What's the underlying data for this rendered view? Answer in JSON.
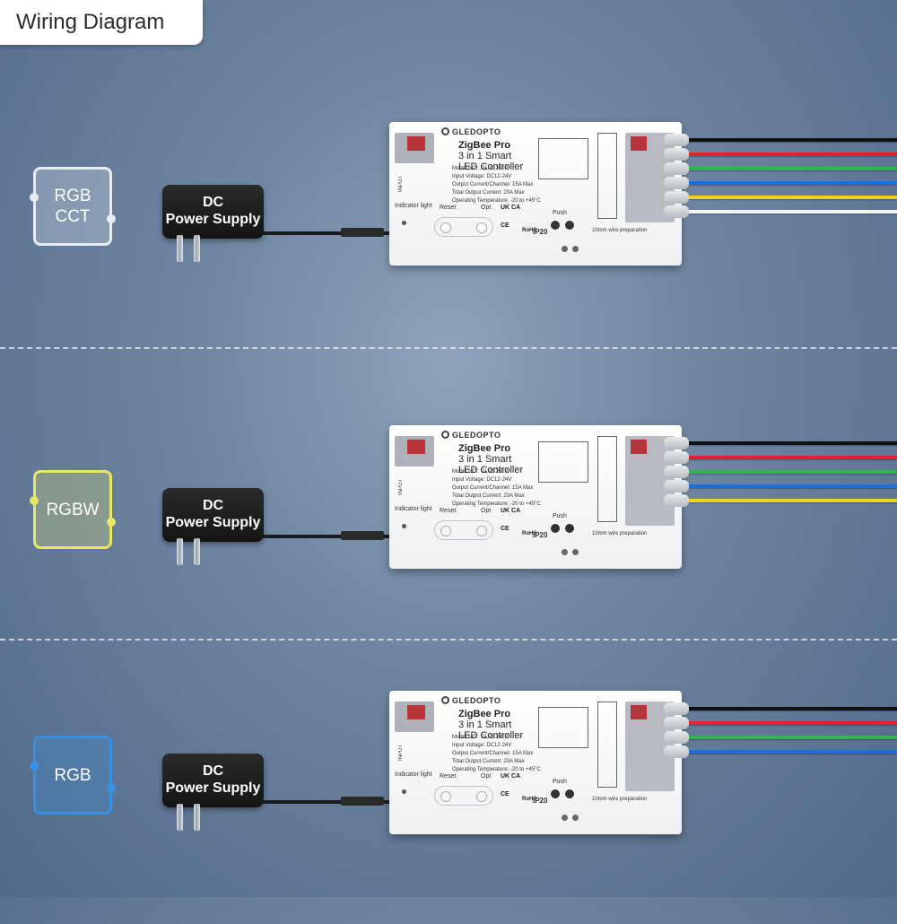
{
  "header": {
    "title": "Wiring Diagram"
  },
  "psu_label": {
    "line1": "DC",
    "line2": "Power Supply"
  },
  "controller": {
    "brand": "GLEDOPTO",
    "line1": "ZigBee Pro",
    "line2": "3 in 1 Smart",
    "line3": "LED Controller",
    "specs": [
      "Model NO.: GL-C-202P",
      "Input Voltage: DC12-24V",
      "Output Current/Channel: 15A Max",
      "Total Output Current: 20A Max",
      "Operating Temperature: -20 to +45°C"
    ],
    "indicator_label": "Indicator light",
    "reset_label": "Reset",
    "opt_label": "Opt",
    "push_label": "Push",
    "ip_label": "IP20",
    "wire_prep_label": "10mm wire preparation",
    "input_label": "INPUT",
    "cert_ukca": "UK CA",
    "cert_ce": "CE",
    "cert_rohs": "RoHS"
  },
  "panels": [
    {
      "label_line1": "RGB",
      "label_line2": "CCT",
      "accent": "#e6ecf2",
      "wires": [
        "#111111",
        "#e0232b",
        "#2fb84a",
        "#1a6fe0",
        "#f0d020",
        "#f4f4f4"
      ]
    },
    {
      "label_line1": "RGBW",
      "label_line2": "",
      "accent": "#e7e76a",
      "wires": [
        "#111111",
        "#e0232b",
        "#2fb84a",
        "#1a6fe0",
        "#f0d020"
      ]
    },
    {
      "label_line1": "RGB",
      "label_line2": "",
      "accent": "#3a8fe0",
      "wires": [
        "#111111",
        "#e0232b",
        "#2fb84a",
        "#1a6fe0"
      ]
    }
  ]
}
